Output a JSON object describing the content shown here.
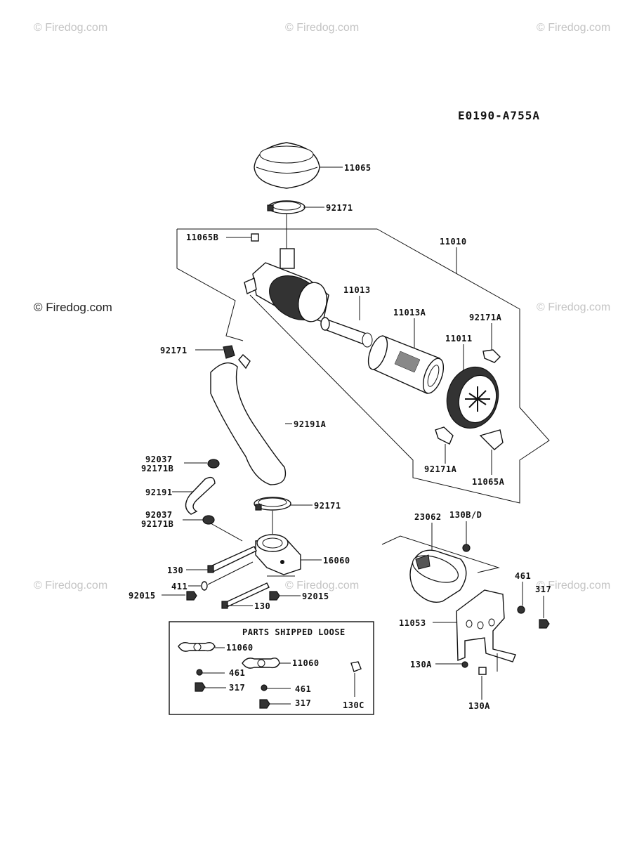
{
  "diagram_code": "E0190-A755A",
  "watermarks": [
    "© Firedog.com",
    "© Firedog.com",
    "© Firedog.com",
    "© Firedog.com",
    "© Firedog.com",
    "© Firedog.com",
    "© Firedog.com",
    "© Firedog.com"
  ],
  "parts_box_title": "PARTS SHIPPED LOOSE",
  "labels": {
    "p11065": "11065",
    "p92171_top": "92171",
    "p11065B": "11065B",
    "p11010": "11010",
    "p11013": "11013",
    "p11013A": "11013A",
    "p92171A_top": "92171A",
    "p11011": "11011",
    "p92171_left": "92171",
    "p92191A": "92191A",
    "p92171A_bot": "92171A",
    "p11065A": "11065A",
    "p92037_a": "92037",
    "p92171B_a": "92171B",
    "p92191": "92191",
    "p92171_mid": "92171",
    "p92037_b": "92037",
    "p92171B_b": "92171B",
    "p16060": "16060",
    "p130_a": "130",
    "p411": "411",
    "p92015_a": "92015",
    "p92015_b": "92015",
    "p130_b": "130",
    "p23062": "23062",
    "p130BD": "130B/D",
    "p461_r": "461",
    "p317_r": "317",
    "p11053": "11053",
    "p130A_a": "130A",
    "p130A_b": "130A",
    "p11060_a": "11060",
    "p11060_b": "11060",
    "p461_a": "461",
    "p461_b": "461",
    "p317_a": "317",
    "p317_b": "317",
    "p130C": "130C"
  }
}
